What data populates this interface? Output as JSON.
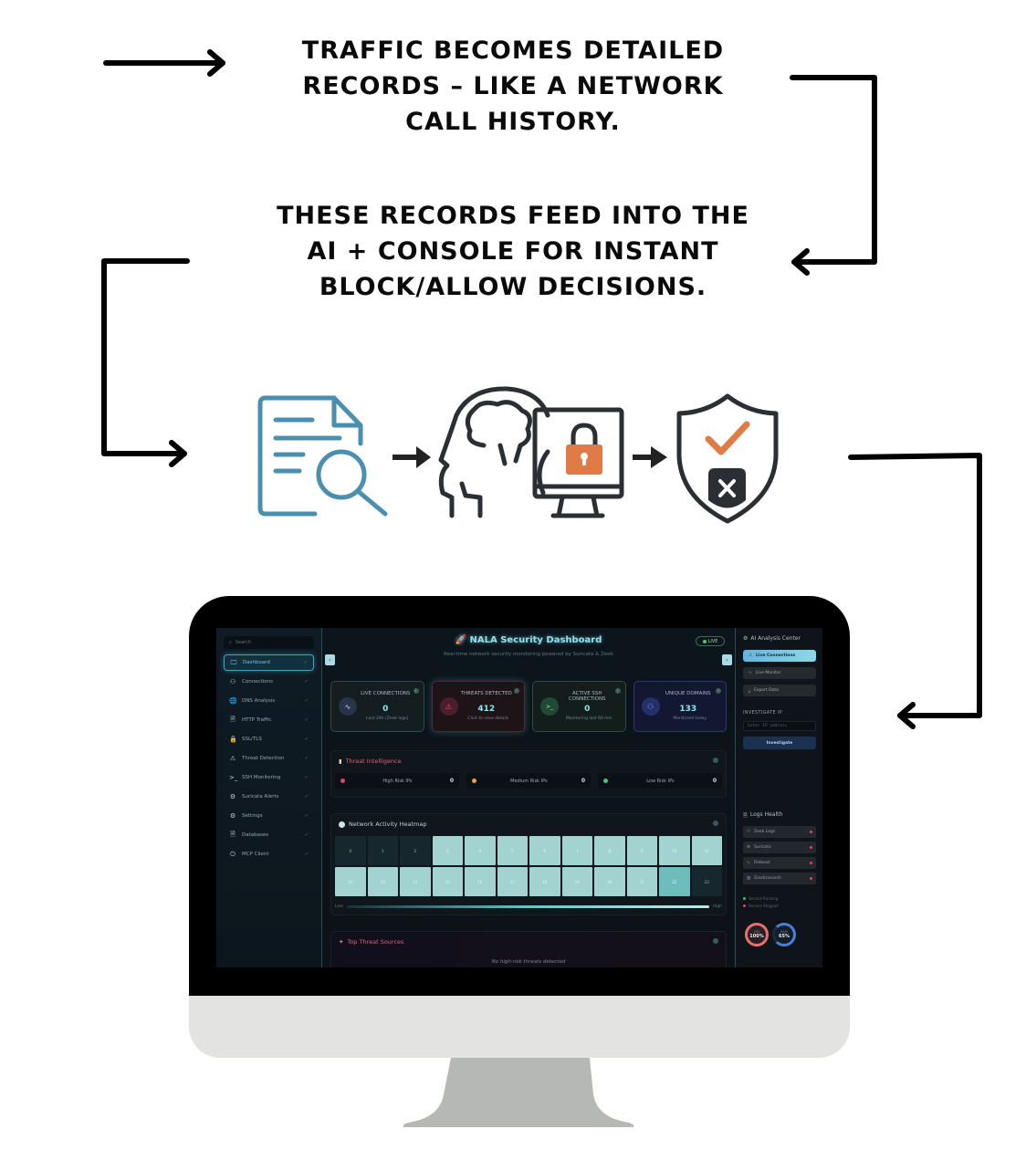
{
  "captions": {
    "top": [
      "Traffic becomes detailed",
      "records – like a network",
      "call history."
    ],
    "middle": [
      "These records feed into the",
      "AI + console for instant",
      "block/allow decisions."
    ]
  },
  "flow_icons": [
    {
      "name": "document-search-icon",
      "color": "#4a8fb0"
    },
    {
      "name": "ai-head-monitor-lock-icon",
      "color": "#2b2f33",
      "accent": "#e07b45"
    },
    {
      "name": "shield-check-x-icon",
      "color": "#2b2f33",
      "accent": "#e07b45"
    }
  ],
  "dashboard": {
    "sidebar": {
      "search_placeholder": "Search",
      "items": [
        {
          "label": "Dashboard",
          "icon": "monitor-icon",
          "glyph": "🖵",
          "active": true
        },
        {
          "label": "Connections",
          "icon": "network-icon",
          "glyph": "⚇",
          "active": false
        },
        {
          "label": "DNS Analysis",
          "icon": "globe-icon",
          "glyph": "🌐",
          "active": false
        },
        {
          "label": "HTTP Traffic",
          "icon": "file-icon",
          "glyph": "🗎",
          "active": false
        },
        {
          "label": "SSL/TLS",
          "icon": "lock-icon",
          "glyph": "🔒",
          "active": false
        },
        {
          "label": "Threat Detection",
          "icon": "warning-icon",
          "glyph": "⚠",
          "active": false
        },
        {
          "label": "SSH Monitoring",
          "icon": "terminal-icon",
          "glyph": ">_",
          "active": false
        },
        {
          "label": "Suricata Alerts",
          "icon": "robot-icon",
          "glyph": "⚙",
          "active": false
        },
        {
          "label": "Settings",
          "icon": "gear-icon",
          "glyph": "⚙",
          "active": false
        },
        {
          "label": "Databases",
          "icon": "database-icon",
          "glyph": "🗎",
          "active": false
        },
        {
          "label": "MCP Client",
          "icon": "plug-icon",
          "glyph": "⏻",
          "active": false
        }
      ],
      "check_glyph": "✓"
    },
    "header": {
      "title": "🚀 NALA Security Dashboard",
      "subtitle": "Real-time network security monitoring powered by Suricata & Zeek",
      "live_badge": "LIVE",
      "prev_arrow": "‹",
      "next_arrow": "›"
    },
    "stat_cards": [
      {
        "label": "Live Connections",
        "value": "0",
        "sub": "Last 24h (Zeek logs)",
        "icon": "pulse-icon",
        "glyph": "∿"
      },
      {
        "label": "Threats Detected",
        "value": "412",
        "sub": "Click to view details",
        "icon": "warning-icon",
        "glyph": "⚠"
      },
      {
        "label": "Active SSH Connections",
        "value": "0",
        "sub": "Monitoring last 60 min",
        "icon": "terminal-icon",
        "glyph": ">_"
      },
      {
        "label": "Unique Domains",
        "value": "133",
        "sub": "Monitored today",
        "icon": "network-icon",
        "glyph": "⚇"
      }
    ],
    "threat_intel": {
      "title": "Threat Intelligence",
      "rows": [
        {
          "label": "High Risk IPs",
          "value": "0",
          "color": "#e0465e"
        },
        {
          "label": "Medium Risk IPs",
          "value": "0",
          "color": "#f0a23a"
        },
        {
          "label": "Low Risk IPs",
          "value": "0",
          "color": "#49c46a"
        }
      ]
    },
    "heatmap": {
      "title": "Network Activity Heatmap",
      "hours": [
        "0",
        "1",
        "2",
        "3",
        "4",
        "5",
        "6",
        "7",
        "8",
        "9",
        "10",
        "11",
        "12",
        "13",
        "14",
        "15",
        "16",
        "17",
        "18",
        "19",
        "20",
        "21",
        "22",
        "23"
      ],
      "levels": [
        "low",
        "low",
        "low",
        "mid",
        "mid",
        "mid",
        "mid",
        "mid",
        "mid",
        "mid",
        "mid",
        "mid",
        "mid",
        "mid",
        "mid",
        "mid",
        "mid",
        "mid",
        "mid",
        "mid",
        "mid",
        "mid",
        "high",
        "low"
      ],
      "legend_low": "Low",
      "legend_high": "High"
    },
    "top_threats": {
      "title": "Top Threat Sources",
      "empty_text": "No high-risk threats detected"
    },
    "right_panel": {
      "title": "AI Analysis Center",
      "buttons": [
        "Live Connections",
        "Live Monitor",
        "Export Data"
      ],
      "investigate_label": "INVESTIGATE IP",
      "ip_placeholder": "Enter IP address",
      "investigate_button": "Investigate",
      "logs_title": "Logs Health",
      "logs": [
        "Zeek Logs",
        "Suricata",
        "Filebeat",
        "Elasticsearch"
      ],
      "legend_running": "Service Running",
      "legend_stopped": "Service Stopped",
      "gauges": [
        {
          "label": "CPU",
          "value": "100%",
          "color": "#e4726a"
        },
        {
          "label": "RAM",
          "value": "65%",
          "color": "#4a7fd6"
        }
      ]
    }
  }
}
